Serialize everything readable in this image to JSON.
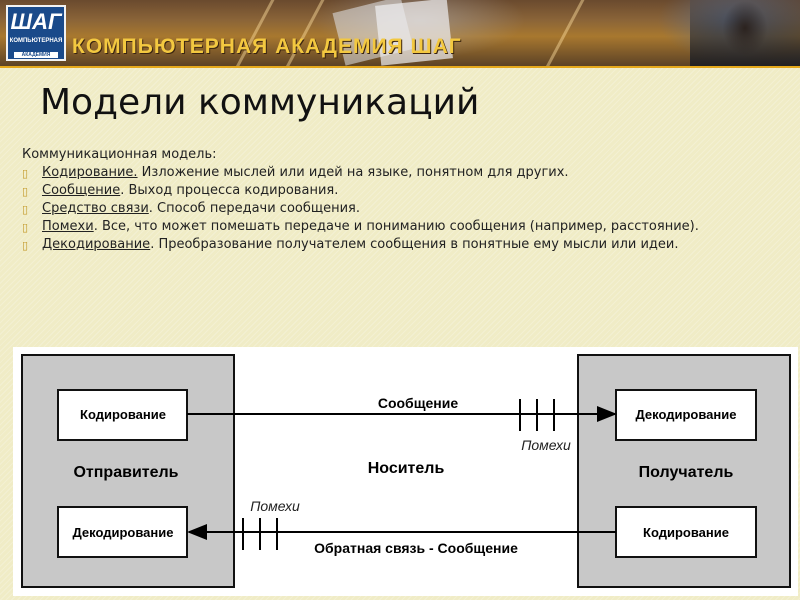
{
  "banner": {
    "logo_mark": "ШАГ",
    "logo_sub": "КОМПЬЮТЕРНАЯ",
    "logo_sub2": "АКАДЕМИЯ",
    "title": "КОМПЬЮТЕРНАЯ АКАДЕМИЯ ШАГ"
  },
  "slide": {
    "title": "Модели коммуникаций",
    "intro": "Коммуникационная модель:",
    "bullets": [
      {
        "term": "Кодирование.",
        "text": " Изложение мыслей или идей на языке, понятном для других."
      },
      {
        "term": "Сообщение",
        "text": ". Выход процесса кодирования."
      },
      {
        "term": "Средство связи",
        "text": ". Способ передачи сообщения."
      },
      {
        "term": "Помехи",
        "text": ". Все, что может помешать передаче и пониманию сообщения (например, расстояние)."
      },
      {
        "term": "Декодирование",
        "text": ". Преобразование получателем сообщения в понятные ему мысли или идеи."
      }
    ]
  },
  "diagram": {
    "sender": "Отправитель",
    "receiver": "Получатель",
    "medium": "Носитель",
    "sender_encode": "Кодирование",
    "sender_decode": "Декодирование",
    "receiver_decode": "Декодирование",
    "receiver_encode": "Кодирование",
    "message": "Сообщение",
    "noise_top": "Помехи",
    "noise_bottom": "Помехи",
    "feedback": "Обратная связь - Сообщение",
    "colors": {
      "panel": "#c8c8c8",
      "box": "#ffffff",
      "line": "#000000"
    }
  }
}
